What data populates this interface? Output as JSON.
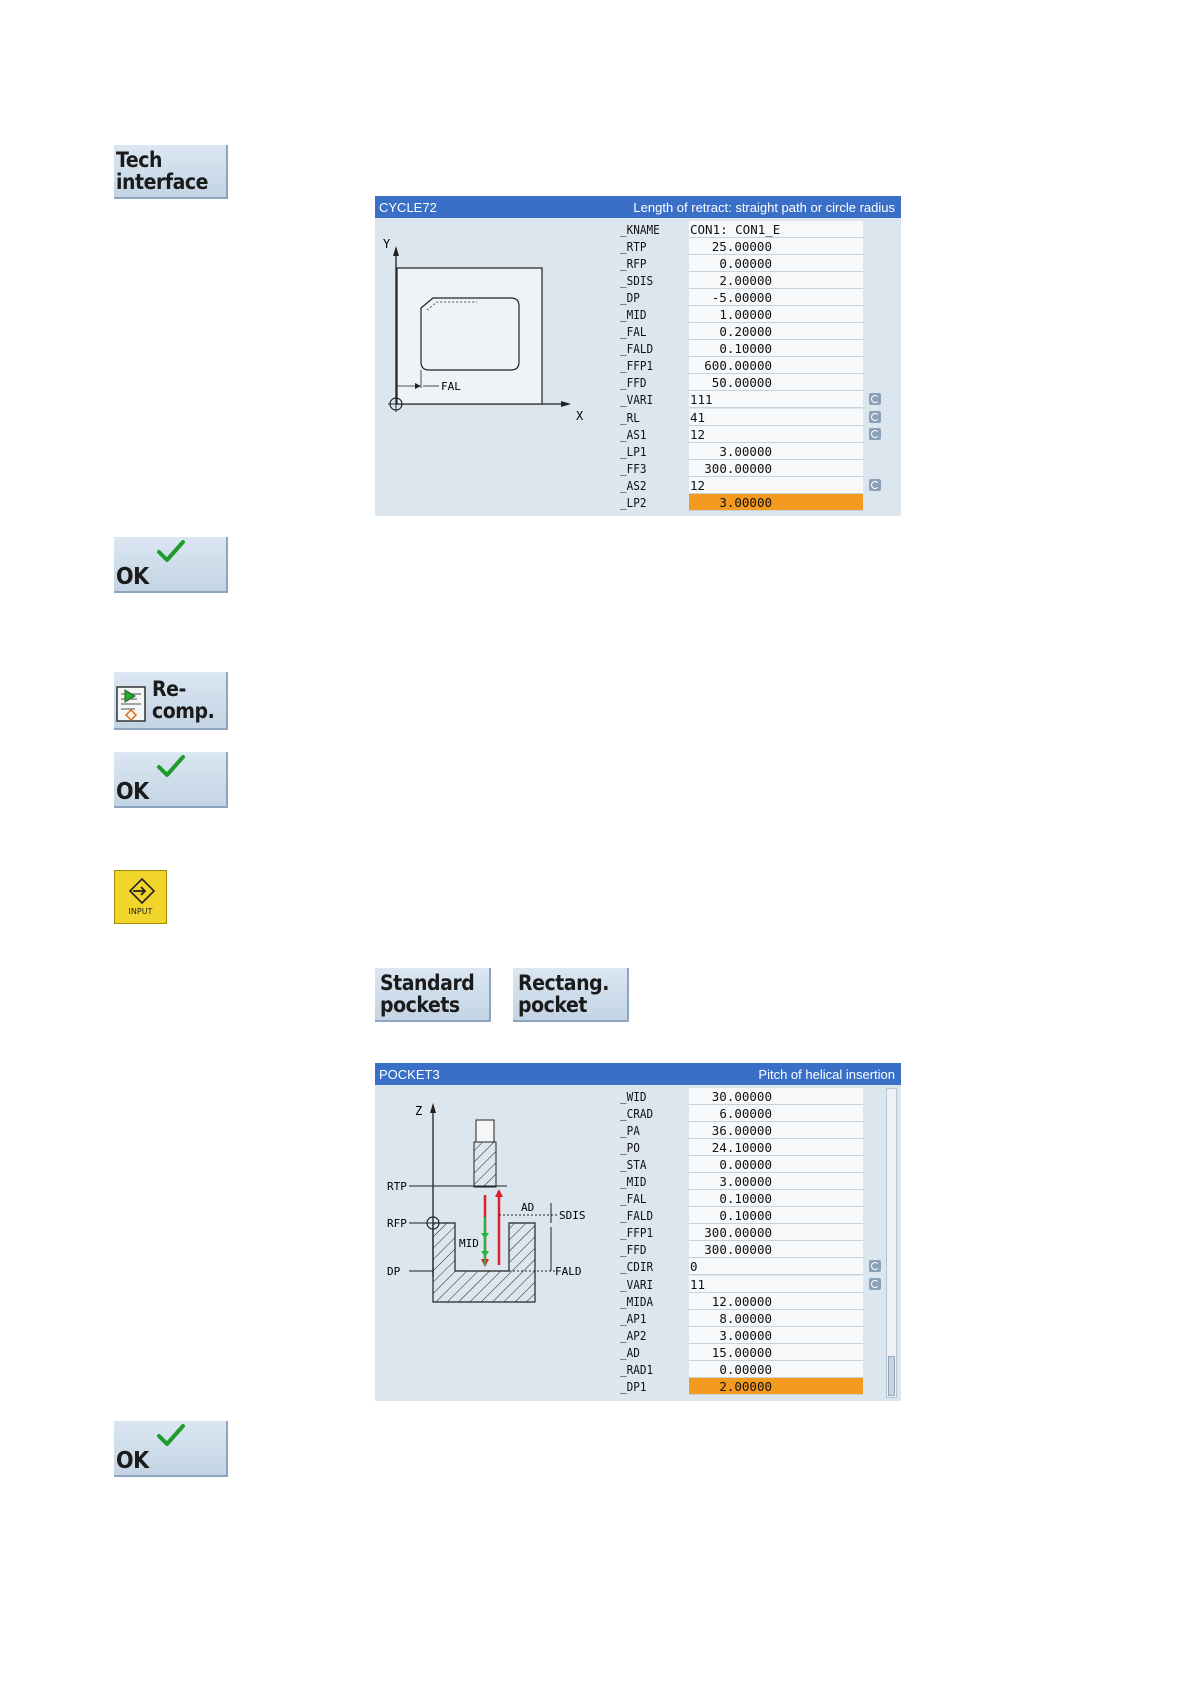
{
  "softkeys": {
    "tech_interface": "Tech\ninterface",
    "ok1": "OK",
    "recomp": "Re-\ncomp.",
    "ok2": "OK",
    "input": "INPUT",
    "standard_pockets": "Standard\npockets",
    "rectang_pocket": "Rectang.\npocket",
    "ok3": "OK"
  },
  "cycle72": {
    "title": "CYCLE72",
    "hint": "Length of retract: straight path or circle radius",
    "diagram": {
      "y_axis": "Y",
      "x_axis": "X",
      "fal": "FAL"
    },
    "params": [
      {
        "name": "_KNAME",
        "value": "CON1: CON1_E",
        "kind": "text"
      },
      {
        "name": "_RTP",
        "value": "25.00000",
        "kind": "num"
      },
      {
        "name": "_RFP",
        "value": "0.00000",
        "kind": "num"
      },
      {
        "name": "_SDIS",
        "value": "2.00000",
        "kind": "num"
      },
      {
        "name": "_DP",
        "value": "-5.00000",
        "kind": "num"
      },
      {
        "name": "_MID",
        "value": "1.00000",
        "kind": "num"
      },
      {
        "name": "_FAL",
        "value": "0.20000",
        "kind": "num"
      },
      {
        "name": "_FALD",
        "value": "0.10000",
        "kind": "num"
      },
      {
        "name": "_FFP1",
        "value": "600.00000",
        "kind": "num"
      },
      {
        "name": "_FFD",
        "value": "50.00000",
        "kind": "num"
      },
      {
        "name": "_VARI",
        "value": "111",
        "kind": "text",
        "toggle": true
      },
      {
        "name": "_RL",
        "value": "41",
        "kind": "text",
        "toggle": true
      },
      {
        "name": "_AS1",
        "value": "12",
        "kind": "text",
        "toggle": true
      },
      {
        "name": "_LP1",
        "value": "3.00000",
        "kind": "num"
      },
      {
        "name": "_FF3",
        "value": "300.00000",
        "kind": "num"
      },
      {
        "name": "_AS2",
        "value": "12",
        "kind": "text",
        "toggle": true
      },
      {
        "name": "_LP2",
        "value": "3.00000",
        "kind": "num",
        "active": true
      }
    ]
  },
  "pocket3": {
    "title": "POCKET3",
    "hint": "Pitch of helical insertion",
    "diagram": {
      "z_axis": "Z",
      "rtp": "RTP",
      "rfp": "RFP",
      "dp": "DP",
      "ad": "AD",
      "sdis": "SDIS",
      "mid": "MID",
      "fald": "FALD"
    },
    "params": [
      {
        "name": "_WID",
        "value": "30.00000",
        "kind": "num"
      },
      {
        "name": "_CRAD",
        "value": "6.00000",
        "kind": "num"
      },
      {
        "name": "_PA",
        "value": "36.00000",
        "kind": "num"
      },
      {
        "name": "_PO",
        "value": "24.10000",
        "kind": "num"
      },
      {
        "name": "_STA",
        "value": "0.00000",
        "kind": "num"
      },
      {
        "name": "_MID",
        "value": "3.00000",
        "kind": "num"
      },
      {
        "name": "_FAL",
        "value": "0.10000",
        "kind": "num"
      },
      {
        "name": "_FALD",
        "value": "0.10000",
        "kind": "num"
      },
      {
        "name": "_FFP1",
        "value": "300.00000",
        "kind": "num"
      },
      {
        "name": "_FFD",
        "value": "300.00000",
        "kind": "num"
      },
      {
        "name": "_CDIR",
        "value": "0",
        "kind": "text",
        "toggle": true
      },
      {
        "name": "_VARI",
        "value": "11",
        "kind": "text",
        "toggle": true
      },
      {
        "name": "_MIDA",
        "value": "12.00000",
        "kind": "num"
      },
      {
        "name": "_AP1",
        "value": "8.00000",
        "kind": "num"
      },
      {
        "name": "_AP2",
        "value": "3.00000",
        "kind": "num"
      },
      {
        "name": "_AD",
        "value": "15.00000",
        "kind": "num"
      },
      {
        "name": "_RAD1",
        "value": "0.00000",
        "kind": "num"
      },
      {
        "name": "_DP1",
        "value": "2.00000",
        "kind": "num",
        "active": true
      }
    ]
  }
}
